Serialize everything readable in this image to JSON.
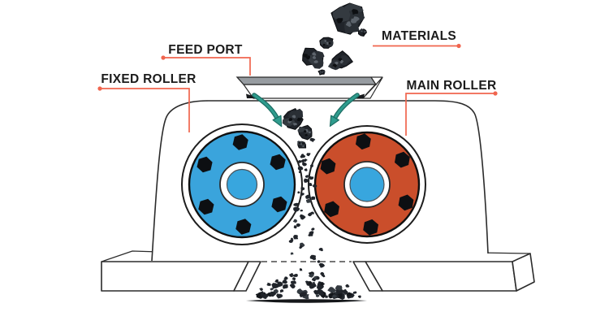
{
  "diagram": {
    "labels": {
      "feed_port": "FEED PORT",
      "materials": "MATERIALS",
      "fixed_roller": "FIXED ROLLER",
      "main_roller": "MAIN ROLLER"
    },
    "colors": {
      "background": "#ffffff",
      "outline": "#2b2b2b",
      "leader_line": "#f0654e",
      "label_text": "#1b1b1b",
      "fixed_roller_fill": "#3aa4dc",
      "main_roller_fill": "#ca4e2b",
      "hub_center_fill": "#38a6de",
      "bolt_fill": "#0d0f12",
      "arrow_fill": "#2f9c8e",
      "arrow_outline": "#1d6e64",
      "hopper_top_gray": "#979ca1",
      "rock_dark": "#20242a",
      "rock_mid": "#343a40",
      "rock_light": "#5c636b",
      "shadow": "#15171a"
    }
  }
}
